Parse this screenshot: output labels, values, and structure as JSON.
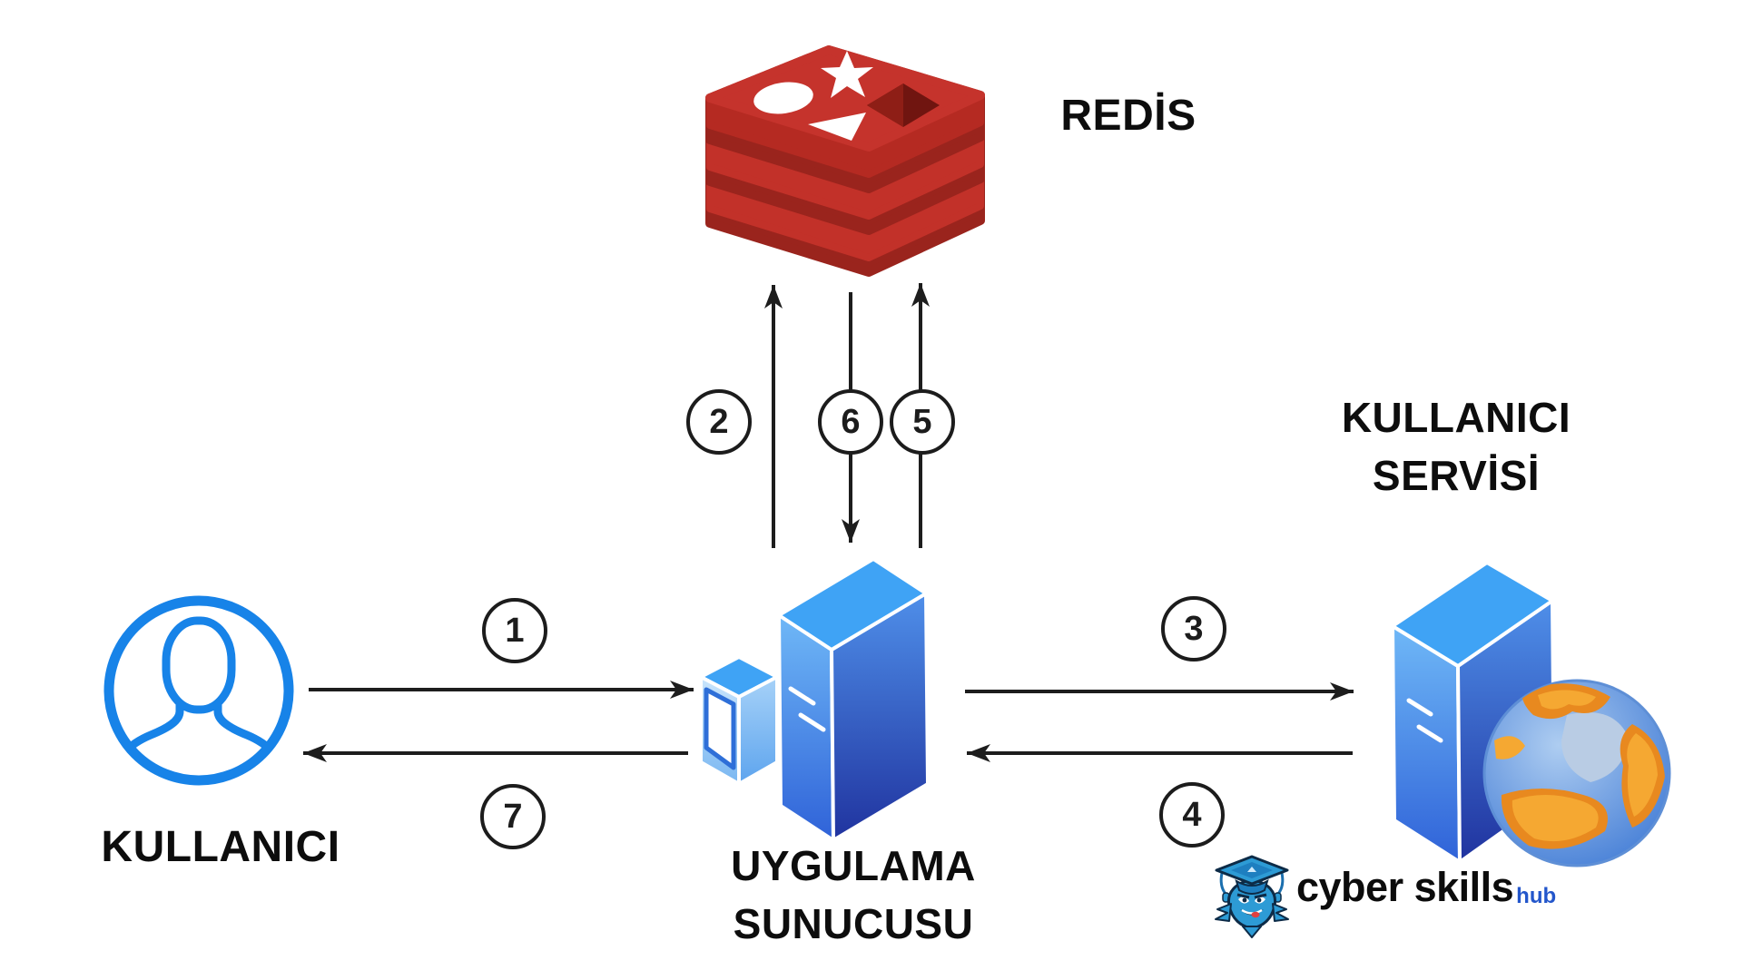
{
  "nodes": {
    "redis": {
      "label": "REDİS"
    },
    "user": {
      "label": "KULLANICI"
    },
    "app_server": {
      "lines": [
        "UYGULAMA",
        "SUNUCUSU"
      ]
    },
    "user_service": {
      "lines": [
        "KULLANICI",
        "SERVİSİ"
      ]
    }
  },
  "steps": [
    "1",
    "2",
    "3",
    "4",
    "5",
    "6",
    "7"
  ],
  "branding": {
    "name": "cyber skills",
    "suffix": "hub"
  },
  "icons": {
    "redis": "redis-stack-icon",
    "user": "user-avatar-icon",
    "app_server": "server-tower-icon",
    "user_service": "server-globe-icon",
    "brand_mascot": "cyber-skills-mascot-icon"
  },
  "colors": {
    "redis_red": "#C23129",
    "redis_red_dark": "#9A241D",
    "redis_hole": "#701510",
    "server_blue_top": "#3FA3F5",
    "user_blue": "#1783E8",
    "arrow_black": "#1D1D1D",
    "hub_blue": "#2356CB",
    "label_black": "#0D0D0D"
  }
}
